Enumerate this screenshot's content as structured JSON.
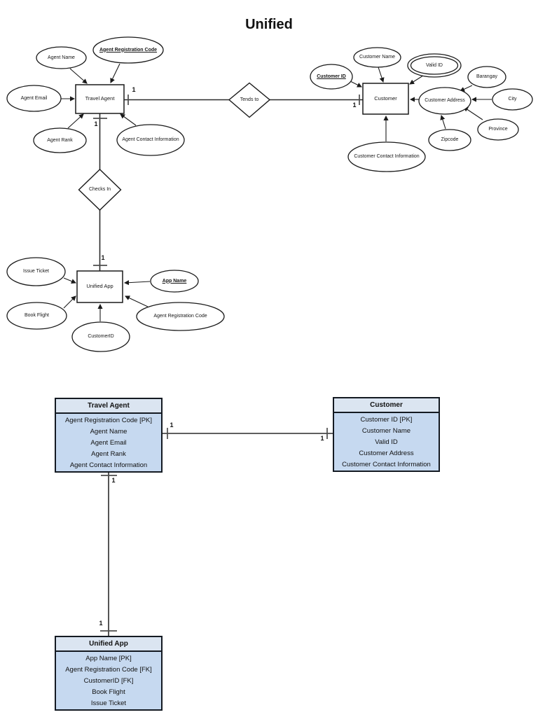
{
  "title": "Unified",
  "er": {
    "entities": {
      "travel_agent": "Travel Agent",
      "customer": "Customer",
      "unified_app": "Unified App"
    },
    "relationships": {
      "tends_to": "Tends to",
      "checks_in": "Checks In"
    },
    "attributes": {
      "agent_name": "Agent Name",
      "agent_registration_code": "Agent Registration Code",
      "agent_email": "Agent Email",
      "agent_rank": "Agent Rank",
      "agent_contact_information": "Agent Contact Information",
      "customer_name": "Customer Name",
      "customer_id": "Customer ID",
      "valid_id": "Valid ID",
      "customer_address": "Customer Address",
      "barangay": "Barangay",
      "city": "City",
      "province": "Province",
      "zipcode": "Zipcode",
      "customer_contact_information": "Customer Contact Information",
      "issue_ticket": "Issue Ticket",
      "book_flight": "Book Flight",
      "customer_id_fk": "CustomerID",
      "agent_registration_code_fk": "Agent Registration Code",
      "app_name": "App Name"
    },
    "cardinalities": {
      "tends_to_agent": "1",
      "tends_to_customer": "1",
      "checks_in_agent": "1",
      "checks_in_app": "1"
    }
  },
  "schema": {
    "tables": [
      {
        "title": "Travel Agent",
        "rows": [
          "Agent Registration Code [PK]",
          "Agent Name",
          "Agent Email",
          "Agent Rank",
          "Agent Contact Information"
        ]
      },
      {
        "title": "Customer",
        "rows": [
          "Customer ID [PK]",
          "Customer Name",
          "Valid ID",
          "Customer Address",
          "Customer Contact Information"
        ]
      },
      {
        "title": "Unified App",
        "rows": [
          "App Name [PK]",
          "Agent Registration Code [FK]",
          "CustomerID [FK]",
          "Book Flight",
          "Issue Ticket"
        ]
      }
    ],
    "cardinalities": {
      "agent_customer_left": "1",
      "agent_customer_right": "1",
      "agent_app_top": "1",
      "agent_app_bottom": "1"
    }
  },
  "colors": {
    "table_header_fill": "#dbe5f1",
    "table_body_fill": "#c6d9f0",
    "shape_stroke": "#1a1a1a",
    "background": "#ffffff"
  }
}
